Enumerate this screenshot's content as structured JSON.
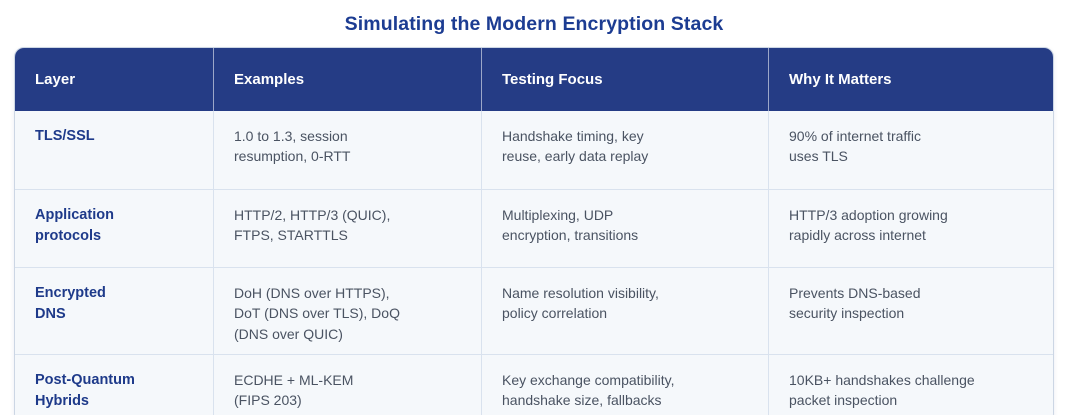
{
  "title": "Simulating the Modern Encryption Stack",
  "colors": {
    "header_bg": "#253c85",
    "title_text": "#1c3c92",
    "row_bg": "#f5f8fb",
    "body_text": "#4a5362",
    "layer_text": "#1e3a8a",
    "divider": "#d9e2ee"
  },
  "table": {
    "headers": [
      "Layer",
      "Examples",
      "Testing Focus",
      "Why It Matters"
    ],
    "rows": [
      {
        "layer": "TLS/SSL",
        "examples": "1.0 to 1.3, session\nresumption, 0-RTT",
        "testing_focus": "Handshake timing, key\nreuse, early data replay",
        "why_it_matters": "90% of internet traffic\nuses TLS"
      },
      {
        "layer": "Application\nprotocols",
        "examples": "HTTP/2, HTTP/3 (QUIC),\nFTPS, STARTTLS",
        "testing_focus": "Multiplexing, UDP\nencryption, transitions",
        "why_it_matters": "HTTP/3 adoption growing\nrapidly across internet"
      },
      {
        "layer": "Encrypted\nDNS",
        "examples": "DoH (DNS over HTTPS),\nDoT (DNS over TLS), DoQ\n(DNS over QUIC)",
        "testing_focus": "Name resolution visibility,\npolicy correlation",
        "why_it_matters": "Prevents DNS-based\nsecurity inspection"
      },
      {
        "layer": "Post-Quantum\nHybrids",
        "examples": "ECDHE + ML-KEM\n(FIPS 203)",
        "testing_focus": "Key exchange compatibility,\nhandshake size, fallbacks",
        "why_it_matters": "10KB+ handshakes challenge\npacket inspection"
      }
    ]
  }
}
